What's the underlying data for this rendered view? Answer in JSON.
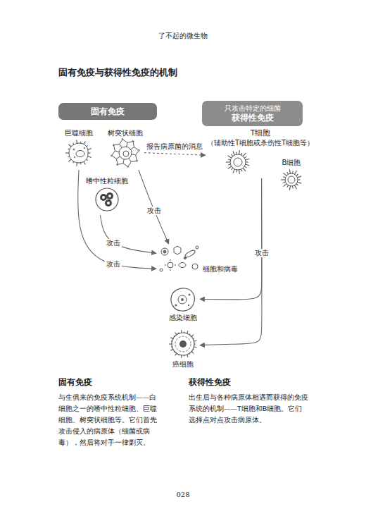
{
  "diagram": {
    "title": "固有免疫与获得性免疫的机制",
    "nodes": [
      {
        "text": [
          "固有免疫"
        ]
      },
      {
        "text": [
          "只攻击特定的细菌",
          "获得性免疫"
        ]
      },
      {
        "text": [
          "巨噬细胞"
        ]
      },
      {
        "text": [
          "树突状细胞"
        ]
      },
      {
        "text": [
          "T细胞",
          "（辅助性T细胞或杀伤性T细胞等）"
        ]
      },
      {
        "text": [
          "B细胞"
        ]
      },
      {
        "text": [
          "嗜中性粒细胞"
        ]
      },
      {
        "text": [
          "细胞和病毒"
        ]
      },
      {
        "text": [
          "感染细胞"
        ]
      },
      {
        "text": [
          "癌细胞"
        ]
      }
    ],
    "edges": [
      {
        "from": 3,
        "to": 4,
        "label": "报告病原菌的消息",
        "arrow": "to"
      },
      {
        "from": 2,
        "to": 7,
        "label": "攻击",
        "arrow": "to"
      },
      {
        "from": 6,
        "to": 7,
        "label": "攻击",
        "arrow": "to"
      },
      {
        "from": 3,
        "to": 7,
        "label": "攻击",
        "arrow": "to"
      },
      {
        "from": 4,
        "to": 8,
        "label": "攻击",
        "arrow": "to"
      },
      {
        "from": 4,
        "to": 9,
        "arrow": "to"
      }
    ],
    "labels": [
      "了不起的微生物",
      "固有免疫",
      "与生俱来的免疫系统机制——白细胞之一的嗜中性粒细胞、巨噬细胞、树突状细胞等。它们首先攻击侵入的病原体（细菌或病毒），然后将对手一律剿灭。",
      "获得性免疫",
      "出生后与各种病原体相遇而获得的免疫系统的机制——T细胞和B细胞。它们选择点对点攻击病原体。",
      "028"
    ]
  }
}
